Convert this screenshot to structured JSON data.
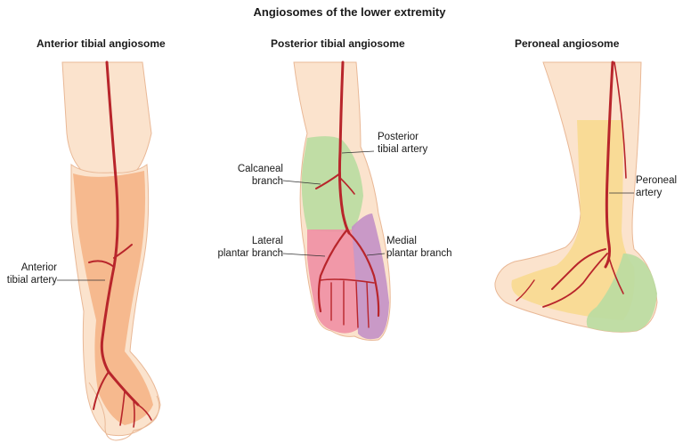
{
  "title": "Angiosomes of the lower extremity",
  "panels": [
    {
      "title": "Anterior tibial angiosome",
      "labels": [
        {
          "text": "Anterior\ntibial artery"
        }
      ]
    },
    {
      "title": "Posterior tibial angiosome",
      "labels": [
        {
          "text": "Posterior\ntibial artery"
        },
        {
          "text": "Calcaneal\nbranch"
        },
        {
          "text": "Lateral\nplantar branch"
        },
        {
          "text": "Medial\nplantar branch"
        }
      ]
    },
    {
      "title": "Peroneal angiosome",
      "labels": [
        {
          "text": "Peroneal\nartery"
        }
      ]
    }
  ],
  "colors": {
    "skin": "#fbe3cd",
    "skin_outline": "#e9b896",
    "artery": "#b8252b",
    "anterior_tibial_zone": "#f4b183",
    "calcaneal_zone": "#b9dba1",
    "lateral_plantar_zone": "#ef8fa4",
    "medial_plantar_zone": "#c390c6",
    "peroneal_zone": "#f8d98c",
    "peroneal_heel_zone": "#b9dba1"
  }
}
